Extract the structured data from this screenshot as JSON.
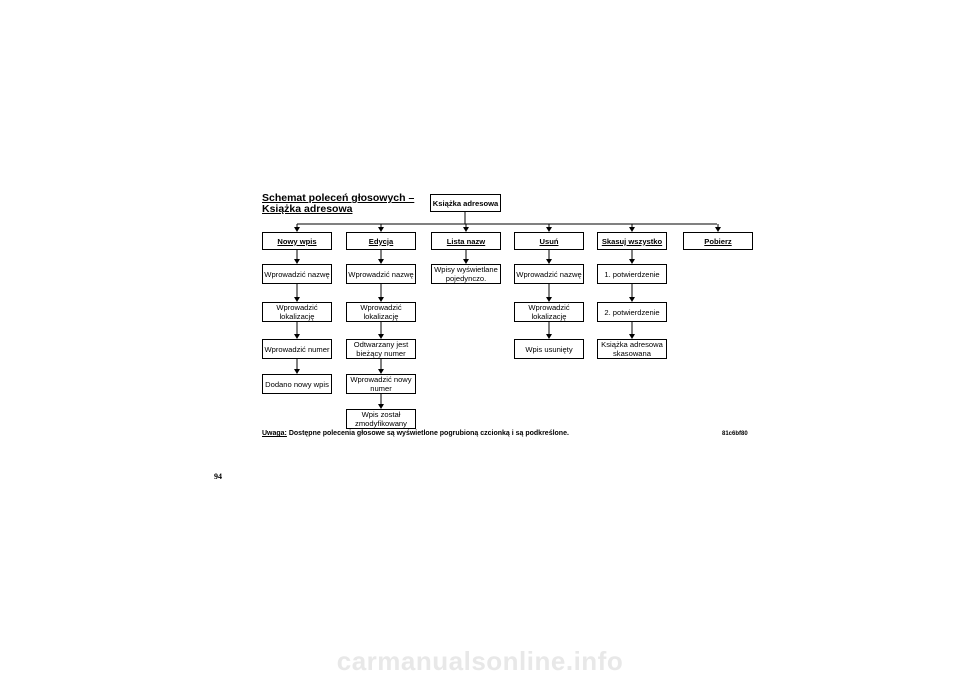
{
  "title": "Schemat poleceń głosowych –\nKsiążka adresowa",
  "root": "Książka adresowa",
  "columns": [
    {
      "header": "Nowy wpis",
      "steps": [
        "Wprowadzić nazwę",
        "Wprowadzić\nlokalizację",
        "Wprowadzić numer",
        "Dodano nowy wpis"
      ]
    },
    {
      "header": "Edycja",
      "steps": [
        "Wprowadzić nazwę",
        "Wprowadzić\nlokalizację",
        "Odtwarzany jest\nbieżący numer",
        "Wprowadzić nowy\nnumer",
        "Wpis został\nzmodyfikowany"
      ]
    },
    {
      "header": "Lista nazw",
      "steps": [
        "Wpisy wyświetlane\npojedynczo."
      ]
    },
    {
      "header": "Usuń",
      "steps": [
        "Wprowadzić nazwę",
        "Wprowadzić\nlokalizację",
        "Wpis usunięty"
      ]
    },
    {
      "header": "Skasuj wszystko",
      "steps": [
        "1. potwierdzenie",
        "2. potwierdzenie",
        "Książka adresowa\nskasowana"
      ]
    },
    {
      "header": "Pobierz",
      "steps": []
    }
  ],
  "note": {
    "label": "Uwaga:",
    "text": " Dostępne polecenia głosowe są wyświetlone pogrubioną czcionką i są podkreślone."
  },
  "code": "81c6bf80",
  "page_number": "94",
  "watermark": "carmanualsonline.info"
}
